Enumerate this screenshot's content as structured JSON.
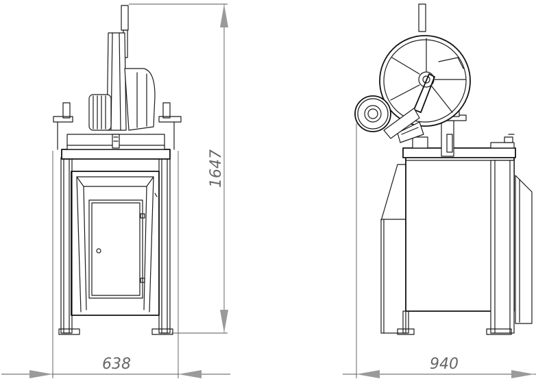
{
  "front_view": {
    "width_dimension": "638",
    "height_dimension": "1647"
  },
  "side_view": {
    "depth_dimension": "940"
  },
  "colors": {
    "line": "#1a1a1a",
    "dimension_arrow": "#9a9a9a",
    "dimension_text": "#666666"
  }
}
